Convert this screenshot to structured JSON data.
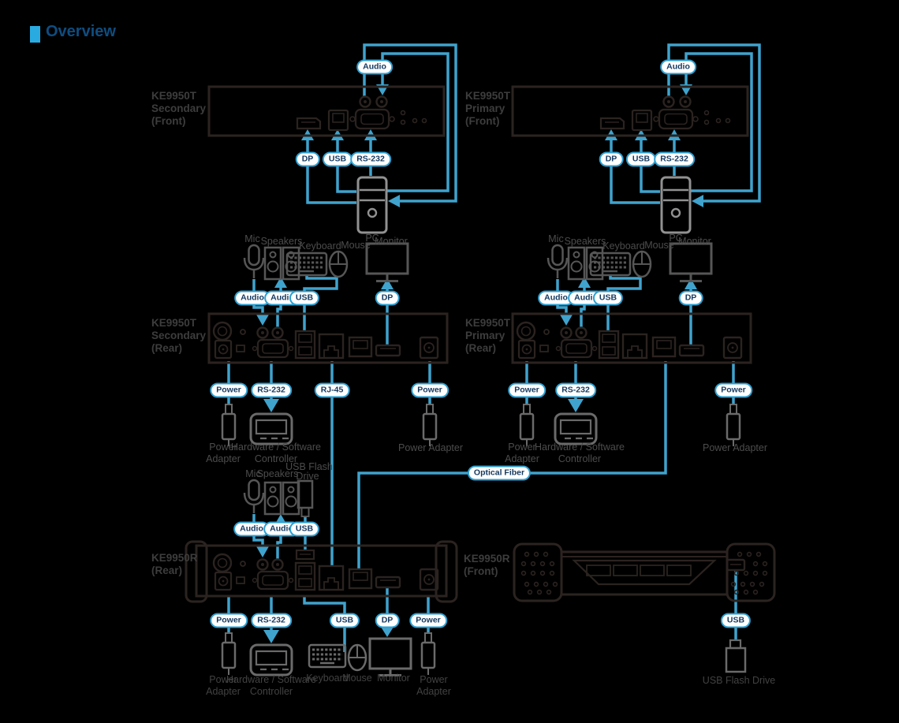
{
  "title": {
    "text": "Overview"
  },
  "devices": {
    "t_secondary_front": {
      "lines": [
        "KE9950T",
        "Secondary",
        "(Front)"
      ]
    },
    "t_primary_front": {
      "lines": [
        "KE9950T",
        "Primary",
        "(Front)"
      ]
    },
    "t_secondary_rear": {
      "lines": [
        "KE9950T",
        "Secondary",
        "(Rear)"
      ]
    },
    "t_primary_rear": {
      "lines": [
        "KE9950T",
        "Primary",
        "(Rear)"
      ]
    },
    "r_rear": {
      "lines": [
        "KE9950R",
        "(Rear)"
      ]
    },
    "r_front": {
      "lines": [
        "KE9950R",
        "(Front)"
      ]
    }
  },
  "cable_labels": {
    "audio": "Audio",
    "dp": "DP",
    "usb": "USB",
    "rs232": "RS-232",
    "power": "Power",
    "rj45": "RJ-45",
    "optical_fiber": "Optical Fiber"
  },
  "peripherals": {
    "pc": "PC",
    "mic": "Mic",
    "speakers": "Speakers",
    "keyboard": "Keyboard",
    "mouse": "Mouse",
    "monitor": "Monitor",
    "power_adapter": "Power Adapter",
    "power_adapter_line1": "Power",
    "power_adapter_line2": "Adapter",
    "controller_line1": "Hardware / Software",
    "controller_line2": "Controller",
    "usb_flash_line1": "USB Flash",
    "usb_flash_line2": "Drive",
    "usb_flash_drive": "USB Flash Drive"
  },
  "colors": {
    "background": "#000000",
    "accent_bullet": "#29abe2",
    "title_text": "#0e4d80",
    "cable_blue": "#3fa3cd",
    "pill_border": "#2f9fd0",
    "pill_text": "#14395f",
    "device_outline": "#2b2320",
    "label_gray": "#4c4c4c"
  }
}
